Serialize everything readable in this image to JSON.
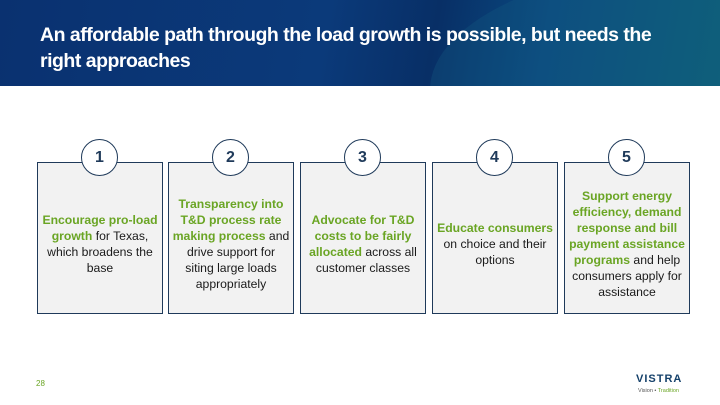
{
  "title": "An affordable path through the load growth is possible, but needs the right approaches",
  "cards": [
    {
      "num": "1",
      "green": "Encourage pro-load growth",
      "rest": " for Texas, which broadens the base"
    },
    {
      "num": "2",
      "green": "Transparency into T&D process rate making process",
      "rest": " and drive support for siting large loads appropriately"
    },
    {
      "num": "3",
      "green": "Advocate for T&D costs to be fairly allocated",
      "rest": " across all customer classes"
    },
    {
      "num": "4",
      "green": "Educate consumers",
      "rest": " on choice and their options"
    },
    {
      "num": "5",
      "green": "Support energy efficiency, demand response and bill payment assistance programs",
      "rest": " and help consumers apply for assistance"
    }
  ],
  "page_number": "28",
  "logo": {
    "name": "VISTRA",
    "tag1": "Vision",
    "sep": " • ",
    "tag2": "Tradition"
  }
}
